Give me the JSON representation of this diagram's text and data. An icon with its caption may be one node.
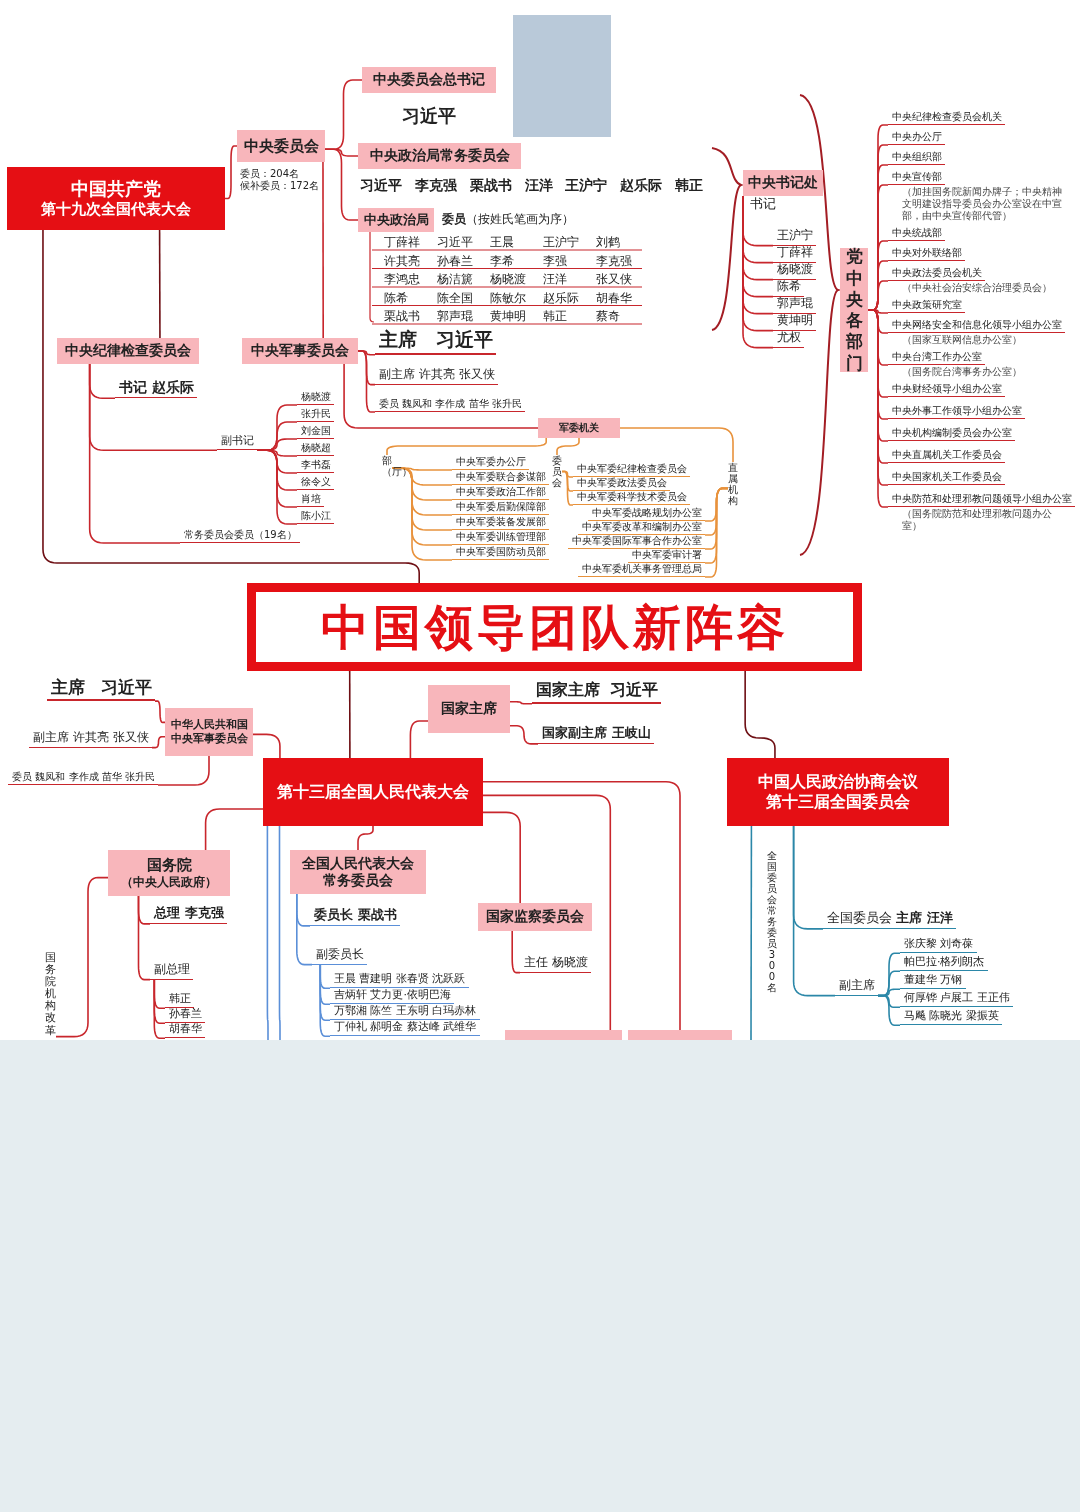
{
  "diagram": {
    "nodes": [
      {
        "text": [
          "中国共产党",
          "第十九次全国代表大会"
        ]
      },
      {
        "text": [
          "中央委员会"
        ],
        "beside": [
          "委员：204名",
          "候补委员：172名"
        ]
      },
      {
        "text": [
          "中央委员会总书记"
        ],
        "beside": [
          "习近平"
        ]
      },
      {
        "text": [
          "中央政治局常务委员会"
        ]
      },
      {
        "text": [
          "中央政治局"
        ],
        "beside": [
          "**委员**（按姓氏笔画为序）"
        ]
      },
      {
        "text": [
          "中央书记处"
        ],
        "beside": [
          "书记"
        ]
      },
      {
        "text": [
          "党中央各部门"
        ]
      },
      {
        "text": [
          "中央纪律检查委员会"
        ]
      },
      {
        "text": [
          "书记 赵乐际"
        ]
      },
      {
        "text": [
          "副书记"
        ]
      },
      {
        "text": [
          "常务委员会委员（19名）"
        ]
      },
      {
        "text": [
          "中央军事委员会"
        ]
      },
      {
        "text": [
          "主席 习近平"
        ]
      },
      {
        "text": [
          "副主席 许其亮 张又侠"
        ]
      },
      {
        "text": [
          "委员 魏凤和 李作成 苗华 张升民"
        ]
      },
      {
        "text": [
          "军委机关"
        ]
      },
      {
        "text": [
          "部（厅）"
        ]
      },
      {
        "text": [
          "委员会"
        ]
      },
      {
        "text": [
          "直属机构"
        ]
      },
      {
        "text": [
          "中国领导团队新阵容"
        ]
      },
      {
        "text": [
          "第十三届全国人民代表大会"
        ]
      },
      {
        "text": [
          "中华人民共和国中央军事委员会"
        ]
      },
      {
        "text": [
          "主席 习近平"
        ]
      },
      {
        "text": [
          "副主席 许其亮 张又侠"
        ]
      },
      {
        "text": [
          "委员 魏凤和 李作成 苗华 张升民"
        ]
      },
      {
        "text": [
          "国家主席"
        ]
      },
      {
        "text": [
          "国家主席 习近平"
        ]
      },
      {
        "text": [
          "国家副主席 王岐山"
        ]
      },
      {
        "text": [
          "中国人民政治协商会议第十三届全国委员会"
        ]
      },
      {
        "text": [
          "国务院",
          "（中央人民政府）"
        ]
      },
      {
        "text": [
          "总理 李克强"
        ]
      },
      {
        "text": [
          "副总理"
        ]
      },
      {
        "text": [
          "全国人民代表大会常务委员会"
        ]
      },
      {
        "text": [
          "委员长 栗战书"
        ]
      },
      {
        "text": [
          "副委员长"
        ]
      },
      {
        "text": [
          "国家监察委员会"
        ]
      },
      {
        "text": [
          "主任 杨晓渡"
        ]
      },
      {
        "text": [],
        "shape": "box"
      },
      {
        "text": [],
        "shape": "box"
      },
      {
        "text": [
          "全国委员会 **主席 汪洋**"
        ]
      },
      {
        "text": [
          "副主席"
        ]
      },
      {
        "text": [
          "王沪宁"
        ]
      },
      {
        "text": [
          "丁薛祥"
        ]
      },
      {
        "text": [
          "杨晓渡"
        ]
      },
      {
        "text": [
          "陈希"
        ]
      },
      {
        "text": [
          "郭声琨"
        ]
      },
      {
        "text": [
          "黄坤明"
        ]
      },
      {
        "text": [
          "尤权"
        ]
      },
      {
        "text": [
          "中央纪律检查委员会机关"
        ]
      },
      {
        "text": [
          "中央办公厅"
        ]
      },
      {
        "text": [
          "中央组织部"
        ]
      },
      {
        "text": [
          "中央宣传部"
        ],
        "beside": [
          "（加挂国务院新闻办牌子；中央精神文明建设指导委员会办公室设在中宣部，由中央宣传部代管）"
        ]
      },
      {
        "text": [
          "中央统战部"
        ]
      },
      {
        "text": [
          "中央对外联络部"
        ]
      },
      {
        "text": [
          "中央政法委员会机关"
        ],
        "beside": [
          "（中央社会治安综合治理委员会）"
        ]
      },
      {
        "text": [
          "中央政策研究室"
        ]
      },
      {
        "text": [
          "中央网络安全和信息化领导小组办公室"
        ],
        "beside": [
          "（国家互联网信息办公室）"
        ]
      },
      {
        "text": [
          "中央台湾工作办公室"
        ],
        "beside": [
          "（国务院台湾事务办公室）"
        ]
      },
      {
        "text": [
          "中央财经领导小组办公室"
        ]
      },
      {
        "text": [
          "中央外事工作领导小组办公室"
        ]
      },
      {
        "text": [
          "中央机构编制委员会办公室"
        ]
      },
      {
        "text": [
          "中央直属机关工作委员会"
        ]
      },
      {
        "text": [
          "中央国家机关工作委员会"
        ]
      },
      {
        "text": [
          "中央防范和处理邪教问题领导小组办公室"
        ],
        "beside": [
          "（国务院防范和处理邪教问题办公室）"
        ]
      },
      {
        "text": [
          "杨晓渡"
        ]
      },
      {
        "text": [
          "张升民"
        ]
      },
      {
        "text": [
          "刘金国"
        ]
      },
      {
        "text": [
          "杨晓超"
        ]
      },
      {
        "text": [
          "李书磊"
        ]
      },
      {
        "text": [
          "徐令义"
        ]
      },
      {
        "text": [
          "肖培"
        ]
      },
      {
        "text": [
          "陈小江"
        ]
      },
      {
        "text": [
          "中央军委办公厅"
        ]
      },
      {
        "text": [
          "中央军委联合参谋部"
        ]
      },
      {
        "text": [
          "中央军委政治工作部"
        ]
      },
      {
        "text": [
          "中央军委后勤保障部"
        ]
      },
      {
        "text": [
          "中央军委装备发展部"
        ]
      },
      {
        "text": [
          "中央军委训练管理部"
        ]
      },
      {
        "text": [
          "中央军委国防动员部"
        ]
      },
      {
        "text": [
          "中央军委纪律检查委员会"
        ]
      },
      {
        "text": [
          "中央军委政法委员会"
        ]
      },
      {
        "text": [
          "中央军委科学技术委员会"
        ]
      },
      {
        "text": [
          "中央军委战略规划办公室"
        ]
      },
      {
        "text": [
          "中央军委改革和编制办公室"
        ]
      },
      {
        "text": [
          "中央军委国际军事合作办公室"
        ]
      },
      {
        "text": [
          "中央军委审计署"
        ]
      },
      {
        "text": [
          "中央军委机关事务管理总局"
        ]
      },
      {
        "text": [
          "韩正"
        ]
      },
      {
        "text": [
          "孙春兰"
        ]
      },
      {
        "text": [
          "胡春华"
        ]
      },
      {
        "text": [
          "王晨 曹建明 张春贤 沈跃跃"
        ]
      },
      {
        "text": [
          "吉炳轩 艾力更·依明巴海"
        ]
      },
      {
        "text": [
          "万鄂湘 陈竺 王东明 白玛赤林"
        ]
      },
      {
        "text": [
          "丁仲礼 郝明金 蔡达峰 武维华"
        ]
      },
      {
        "text": [
          "张庆黎 刘奇葆"
        ]
      },
      {
        "text": [
          "帕巴拉·格列朗杰"
        ]
      },
      {
        "text": [
          "董建华 万钢"
        ]
      },
      {
        "text": [
          "何厚铧 卢展工 王正伟"
        ]
      },
      {
        "text": [
          "马飚 陈晓光 梁振英"
        ]
      },
      {
        "text": [
          "国务院机构改革"
        ]
      }
    ],
    "edges": [
      {
        "from": 0,
        "to": 1,
        "arrow": "none"
      },
      {
        "from": 1,
        "to": 2,
        "arrow": "none"
      },
      {
        "from": 1,
        "to": 3,
        "arrow": "none"
      },
      {
        "from": 1,
        "to": 4,
        "arrow": "none"
      },
      {
        "from": 1,
        "to": 11,
        "arrow": "none"
      },
      {
        "from": 0,
        "to": 7,
        "arrow": "none",
        "color": "#6e0f14"
      },
      {
        "from": 0,
        "to": 19,
        "arrow": "none",
        "color": "#6e0f14"
      },
      {
        "from": 5,
        "to": 41,
        "arrow": "none"
      },
      {
        "from": 5,
        "to": 42,
        "arrow": "none"
      },
      {
        "from": 5,
        "to": 43,
        "arrow": "none"
      },
      {
        "from": 5,
        "to": 44,
        "arrow": "none"
      },
      {
        "from": 5,
        "to": 45,
        "arrow": "none"
      },
      {
        "from": 5,
        "to": 46,
        "arrow": "none"
      },
      {
        "from": 5,
        "to": 47,
        "arrow": "none"
      },
      {
        "from": 6,
        "to": 48,
        "arrow": "none"
      },
      {
        "from": 6,
        "to": 49,
        "arrow": "none"
      },
      {
        "from": 6,
        "to": 50,
        "arrow": "none"
      },
      {
        "from": 6,
        "to": 51,
        "arrow": "none"
      },
      {
        "from": 6,
        "to": 52,
        "arrow": "none"
      },
      {
        "from": 6,
        "to": 53,
        "arrow": "none"
      },
      {
        "from": 6,
        "to": 54,
        "arrow": "none"
      },
      {
        "from": 6,
        "to": 55,
        "arrow": "none"
      },
      {
        "from": 6,
        "to": 56,
        "arrow": "none"
      },
      {
        "from": 6,
        "to": 57,
        "arrow": "none"
      },
      {
        "from": 6,
        "to": 58,
        "arrow": "none"
      },
      {
        "from": 6,
        "to": 59,
        "arrow": "none"
      },
      {
        "from": 6,
        "to": 60,
        "arrow": "none"
      },
      {
        "from": 6,
        "to": 61,
        "arrow": "none"
      },
      {
        "from": 6,
        "to": 62,
        "arrow": "none"
      },
      {
        "from": 6,
        "to": 63,
        "arrow": "none"
      },
      {
        "from": 7,
        "to": 8,
        "arrow": "none"
      },
      {
        "from": 7,
        "to": 9,
        "arrow": "none"
      },
      {
        "from": 7,
        "to": 10,
        "arrow": "none"
      },
      {
        "from": 9,
        "to": 64,
        "arrow": "none"
      },
      {
        "from": 9,
        "to": 65,
        "arrow": "none"
      },
      {
        "from": 9,
        "to": 66,
        "arrow": "none"
      },
      {
        "from": 9,
        "to": 67,
        "arrow": "none"
      },
      {
        "from": 9,
        "to": 68,
        "arrow": "none"
      },
      {
        "from": 9,
        "to": 69,
        "arrow": "none"
      },
      {
        "from": 9,
        "to": 70,
        "arrow": "none"
      },
      {
        "from": 9,
        "to": 71,
        "arrow": "none"
      },
      {
        "from": 11,
        "to": 12,
        "arrow": "none"
      },
      {
        "from": 11,
        "to": 13,
        "arrow": "none"
      },
      {
        "from": 11,
        "to": 14,
        "arrow": "none"
      },
      {
        "from": 11,
        "to": 15,
        "arrow": "none"
      },
      {
        "from": 15,
        "to": 16,
        "arrow": "none",
        "color": "#e8923c"
      },
      {
        "from": 15,
        "to": 17,
        "arrow": "none",
        "color": "#e8923c"
      },
      {
        "from": 15,
        "to": 18,
        "arrow": "none",
        "color": "#e8923c"
      },
      {
        "from": 16,
        "to": 72,
        "arrow": "none",
        "color": "#e8923c"
      },
      {
        "from": 16,
        "to": 73,
        "arrow": "none",
        "color": "#e8923c"
      },
      {
        "from": 16,
        "to": 74,
        "arrow": "none",
        "color": "#e8923c"
      },
      {
        "from": 16,
        "to": 75,
        "arrow": "none",
        "color": "#e8923c"
      },
      {
        "from": 16,
        "to": 76,
        "arrow": "none",
        "color": "#e8923c"
      },
      {
        "from": 16,
        "to": 77,
        "arrow": "none",
        "color": "#e8923c"
      },
      {
        "from": 16,
        "to": 78,
        "arrow": "none",
        "color": "#e8923c"
      },
      {
        "from": 17,
        "to": 79,
        "arrow": "none",
        "color": "#e8923c"
      },
      {
        "from": 17,
        "to": 80,
        "arrow": "none",
        "color": "#e8923c"
      },
      {
        "from": 17,
        "to": 81,
        "arrow": "none",
        "color": "#e8923c"
      },
      {
        "from": 18,
        "to": 82,
        "arrow": "none",
        "color": "#e8923c"
      },
      {
        "from": 18,
        "to": 83,
        "arrow": "none",
        "color": "#e8923c"
      },
      {
        "from": 18,
        "to": 84,
        "arrow": "none",
        "color": "#e8923c"
      },
      {
        "from": 18,
        "to": 85,
        "arrow": "none",
        "color": "#e8923c"
      },
      {
        "from": 18,
        "to": 86,
        "arrow": "none",
        "color": "#e8923c"
      },
      {
        "from": 19,
        "to": 20,
        "arrow": "none",
        "color": "#6e0f14"
      },
      {
        "from": 19,
        "to": 28,
        "arrow": "none",
        "color": "#6e0f14"
      },
      {
        "from": 20,
        "to": 21,
        "arrow": "none"
      },
      {
        "from": 20,
        "to": 25,
        "arrow": "none"
      },
      {
        "from": 21,
        "to": 22,
        "arrow": "none"
      },
      {
        "from": 21,
        "to": 23,
        "arrow": "none"
      },
      {
        "from": 21,
        "to": 24,
        "arrow": "none"
      },
      {
        "from": 25,
        "to": 26,
        "arrow": "none"
      },
      {
        "from": 25,
        "to": 27,
        "arrow": "none"
      },
      {
        "from": 20,
        "to": 29,
        "arrow": "none"
      },
      {
        "from": 29,
        "to": 30,
        "arrow": "none"
      },
      {
        "from": 29,
        "to": 31,
        "arrow": "none"
      },
      {
        "from": 31,
        "to": 87,
        "arrow": "none"
      },
      {
        "from": 31,
        "to": 88,
        "arrow": "none"
      },
      {
        "from": 31,
        "to": 89,
        "arrow": "none"
      },
      {
        "from": 29,
        "to": 99,
        "arrow": "none"
      },
      {
        "from": 20,
        "to": null,
        "arrow": "none",
        "color": "#5b8fd8"
      },
      {
        "from": 20,
        "to": null,
        "arrow": "none",
        "color": "#5b8fd8"
      },
      {
        "from": 20,
        "to": 32,
        "arrow": "none"
      },
      {
        "from": 32,
        "to": 33,
        "arrow": "none",
        "color": "#5b8fd8"
      },
      {
        "from": 32,
        "to": 34,
        "arrow": "none",
        "color": "#5b8fd8"
      },
      {
        "from": 34,
        "to": 90,
        "arrow": "none",
        "color": "#5b8fd8"
      },
      {
        "from": 34,
        "to": 91,
        "arrow": "none",
        "color": "#5b8fd8"
      },
      {
        "from": 34,
        "to": 92,
        "arrow": "none",
        "color": "#5b8fd8"
      },
      {
        "from": 34,
        "to": 93,
        "arrow": "none",
        "color": "#5b8fd8"
      },
      {
        "from": 20,
        "to": 35,
        "arrow": "none"
      },
      {
        "from": 35,
        "to": 36,
        "arrow": "none"
      },
      {
        "from": 20,
        "to": 37,
        "arrow": "none"
      },
      {
        "from": 20,
        "to": 38,
        "arrow": "none"
      },
      {
        "from": 28,
        "to": null,
        "arrow": "none",
        "color": "#2b87a8"
      },
      {
        "from": 28,
        "to": 39,
        "arrow": "none",
        "color": "#2b87a8"
      },
      {
        "from": 28,
        "to": 40,
        "arrow": "none",
        "color": "#2b87a8"
      },
      {
        "from": 40,
        "to": 94,
        "arrow": "none",
        "color": "#2b87a8"
      },
      {
        "from": 40,
        "to": 95,
        "arrow": "none",
        "color": "#2b87a8"
      },
      {
        "from": 40,
        "to": 96,
        "arrow": "none",
        "color": "#2b87a8"
      },
      {
        "from": 40,
        "to": 97,
        "arrow": "none",
        "color": "#2b87a8"
      },
      {
        "from": 40,
        "to": 98,
        "arrow": "none",
        "color": "#2b87a8"
      }
    ],
    "labels": [
      "习近平 李克强 栗战书 汪洋 王沪宁 赵乐际 韩正",
      "丁薛祥",
      "习近平",
      "王晨",
      "王沪宁",
      "刘鹤",
      "许其亮",
      "孙春兰",
      "李希",
      "李强",
      "李克强",
      "李鸿忠",
      "杨洁篪",
      "杨晓渡",
      "汪洋",
      "张又侠",
      "陈希",
      "陈全国",
      "陈敏尔",
      "赵乐际",
      "胡春华",
      "栗战书",
      "郭声琨",
      "黄坤明",
      "韩正",
      "蔡奇",
      "全国委员会常务委员300名"
    ]
  }
}
